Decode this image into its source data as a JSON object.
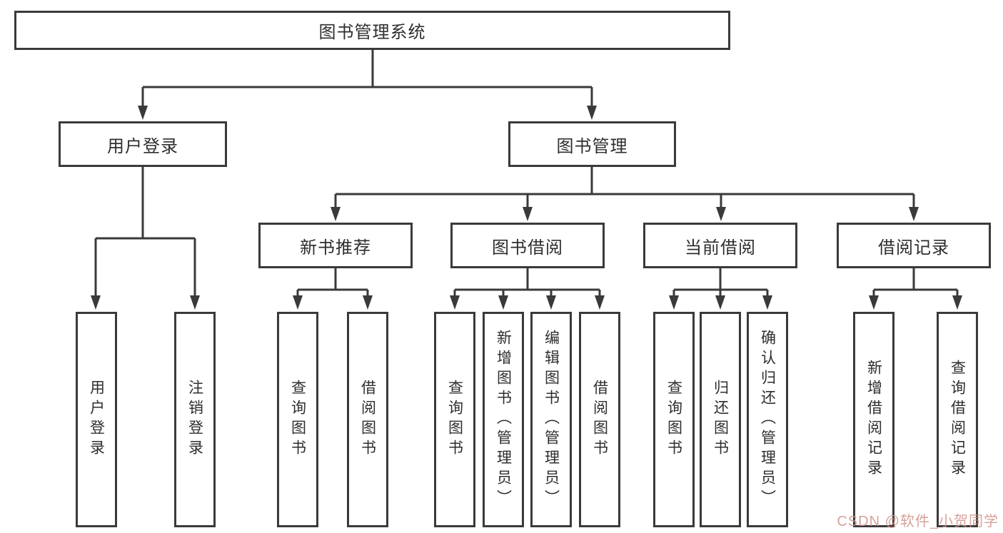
{
  "diagram": {
    "root": {
      "label": "图书管理系统"
    },
    "level2": [
      {
        "id": "user-login",
        "label": "用户登录"
      },
      {
        "id": "book-management",
        "label": "图书管理"
      }
    ],
    "level3": [
      {
        "id": "new-book-recommend",
        "label": "新书推荐"
      },
      {
        "id": "book-borrow",
        "label": "图书借阅"
      },
      {
        "id": "current-borrow",
        "label": "当前借阅"
      },
      {
        "id": "borrow-records",
        "label": "借阅记录"
      }
    ],
    "leaves": {
      "user_login": [
        {
          "label": "用户登录"
        },
        {
          "label": "注销登录"
        }
      ],
      "new_book": [
        {
          "label": "查询图书"
        },
        {
          "label": "借阅图书"
        }
      ],
      "book_borrow": [
        {
          "label": "查询图书"
        },
        {
          "label": "新增图书（管理员）"
        },
        {
          "label": "编辑图书（管理员）"
        },
        {
          "label": "借阅图书"
        }
      ],
      "current_borrow": [
        {
          "label": "查询图书"
        },
        {
          "label": "归还图书"
        },
        {
          "label": "确认归还（管理员）"
        }
      ],
      "borrow_records": [
        {
          "label": "新增借阅记录"
        },
        {
          "label": "查询借阅记录"
        }
      ]
    },
    "watermark": "CSDN @软件_小贺同学",
    "colors": {
      "line": "#3a3a3c",
      "box_border": "#3a3a3c",
      "text": "#2e2e30",
      "background": "#ffffff",
      "watermark": "#cf9289"
    }
  }
}
